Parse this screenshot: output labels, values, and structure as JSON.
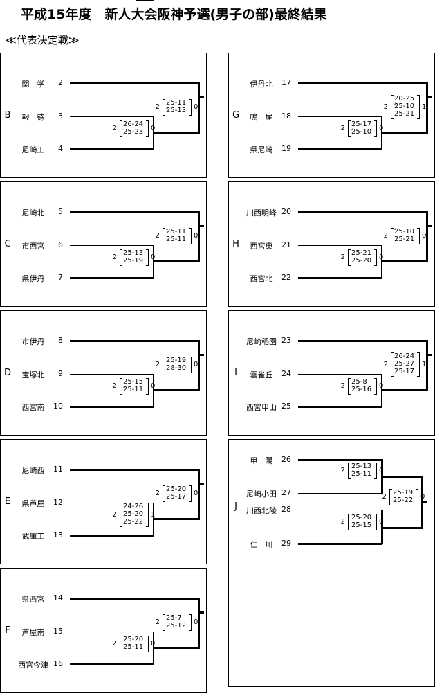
{
  "header": {
    "title": "平成15年度　新人大会阪神予選(男子の部)最終結果",
    "subtitle": "≪代表決定戦≫"
  },
  "blocks": [
    {
      "label": "B",
      "teams": [
        {
          "name": "関　学",
          "num": "2"
        },
        {
          "name": "報　徳",
          "num": "3"
        },
        {
          "name": "尼崎工",
          "num": "4"
        }
      ],
      "m1": {
        "win": "2",
        "lose": "0",
        "sets": [
          "26-24",
          "25-23"
        ]
      },
      "m2": {
        "win": "2",
        "lose": "0",
        "sets": [
          "25-11",
          "25-13"
        ],
        "mark": 1
      }
    },
    {
      "label": "C",
      "teams": [
        {
          "name": "尼崎北",
          "num": "5"
        },
        {
          "name": "市西宮",
          "num": "6"
        },
        {
          "name": "県伊丹",
          "num": "7"
        }
      ],
      "m1": {
        "win": "2",
        "lose": "0",
        "sets": [
          "25-13",
          "25-19"
        ]
      },
      "m2": {
        "win": "2",
        "lose": "0",
        "sets": [
          "25-11",
          "25-11"
        ],
        "mark": 0
      }
    },
    {
      "label": "D",
      "teams": [
        {
          "name": "市伊丹",
          "num": "8"
        },
        {
          "name": "宝塚北",
          "num": "9"
        },
        {
          "name": "西宮南",
          "num": "10"
        }
      ],
      "m1": {
        "win": "2",
        "lose": "0",
        "sets": [
          "25-15",
          "25-11"
        ],
        "mark": 1
      },
      "m2": {
        "win": "2",
        "lose": "0",
        "sets": [
          "25-19",
          "28-30"
        ]
      }
    },
    {
      "label": "E",
      "teams": [
        {
          "name": "尼崎西",
          "num": "11"
        },
        {
          "name": "県芦屋",
          "num": "12"
        },
        {
          "name": "武庫工",
          "num": "13"
        }
      ],
      "m1": {
        "win": "2",
        "lose": "1",
        "sets": [
          "24-26",
          "25-20",
          "25-22"
        ]
      },
      "m2": {
        "win": "2",
        "lose": "0",
        "sets": [
          "25-20",
          "25-17"
        ]
      }
    },
    {
      "label": "F",
      "teams": [
        {
          "name": "県西宮",
          "num": "14"
        },
        {
          "name": "芦屋南",
          "num": "15"
        },
        {
          "name": "西宮今津",
          "num": "16"
        }
      ],
      "m1": {
        "win": "2",
        "lose": "0",
        "sets": [
          "25-20",
          "25-11"
        ],
        "mark": 1
      },
      "m2": {
        "win": "2",
        "lose": "0",
        "sets": [
          "25-7",
          "25-12"
        ]
      }
    },
    {
      "label": "G",
      "teams": [
        {
          "name": "伊丹北",
          "num": "17"
        },
        {
          "name": "鳴　尾",
          "num": "18"
        },
        {
          "name": "県尼崎",
          "num": "19"
        }
      ],
      "m1": {
        "win": "2",
        "lose": "0",
        "sets": [
          "25-17",
          "25-10"
        ],
        "mark": 1
      },
      "m2": {
        "win": "2",
        "lose": "1",
        "sets": [
          "20-25",
          "25-10",
          "25-21"
        ],
        "mark": 1
      }
    },
    {
      "label": "H",
      "teams": [
        {
          "name": "川西明峰",
          "num": "20"
        },
        {
          "name": "西宮東",
          "num": "21"
        },
        {
          "name": "西宮北",
          "num": "22"
        }
      ],
      "m1": {
        "win": "2",
        "lose": "0",
        "sets": [
          "25-21",
          "25-20"
        ]
      },
      "m2": {
        "win": "2",
        "lose": "0",
        "sets": [
          "25-10",
          "25-21"
        ],
        "mark": 0
      }
    },
    {
      "label": "I",
      "teams": [
        {
          "name": "尼崎稲園",
          "num": "23"
        },
        {
          "name": "雲雀丘",
          "num": "24"
        },
        {
          "name": "西宮甲山",
          "num": "25"
        }
      ],
      "m1": {
        "win": "2",
        "lose": "0",
        "sets": [
          "25-8",
          "25-16"
        ]
      },
      "m2": {
        "win": "2",
        "lose": "1",
        "sets": [
          "26-24",
          "25-27",
          "25-17"
        ]
      }
    },
    {
      "label": "J",
      "teams": [
        {
          "name": "甲　陽",
          "num": "26"
        },
        {
          "name": "尼崎小田",
          "num": "27"
        },
        {
          "name": "川西北陵",
          "num": "28"
        },
        {
          "name": "仁　川",
          "num": "29"
        }
      ],
      "m1": {
        "win": "2",
        "lose": "0",
        "sets": [
          "25-13",
          "25-11"
        ],
        "mark": 1
      },
      "m3": {
        "win": "2",
        "lose": "0",
        "sets": [
          "25-20",
          "25-15"
        ]
      },
      "m2": {
        "win": "2",
        "lose": "0",
        "sets": [
          "25-19",
          "25-22"
        ]
      }
    }
  ]
}
